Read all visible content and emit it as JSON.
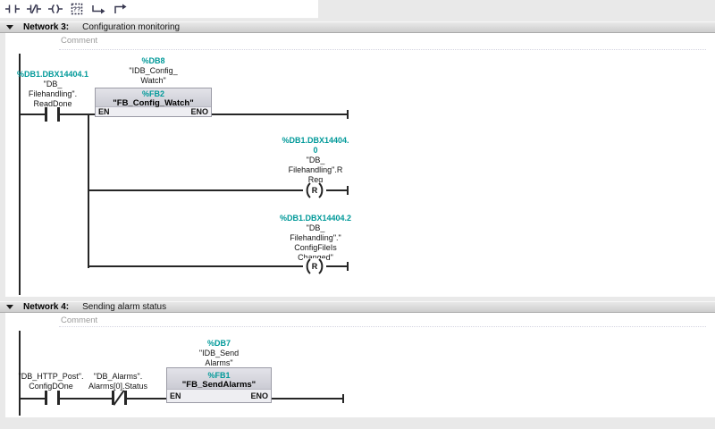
{
  "colors": {
    "accent_teal": "#009999",
    "wire": "#262626",
    "header_gray": "#d5d5d5",
    "block_fill": "#dfe0e8"
  },
  "toolbar": {
    "tools": [
      {
        "name": "open-contact"
      },
      {
        "name": "closed-contact"
      },
      {
        "name": "coil"
      },
      {
        "name": "empty-box",
        "glyph": "??"
      },
      {
        "name": "open-branch"
      },
      {
        "name": "close-branch"
      }
    ]
  },
  "networks": [
    {
      "title": "Network 3:",
      "subtitle": "Configuration monitoring",
      "comment": "Comment",
      "contact1": {
        "address": "%DB1.DBX14404.1",
        "symbol": "\"DB_\nFilehandling\".\nReadDone"
      },
      "instance": {
        "address": "%DB8",
        "symbol": "\"IDB_Config_\nWatch\""
      },
      "block": {
        "type": "%FB2",
        "name": "\"FB_Config_Watch\"",
        "en_label": "EN",
        "eno_label": "ENO"
      },
      "coil1": {
        "address": "%DB1.DBX14404.\n0",
        "symbol": "\"DB_\nFilehandling\".R\nReq",
        "op": "R"
      },
      "coil2": {
        "address": "%DB1.DBX14404.2",
        "symbol": "\"DB_\nFilehandling\".\"\nConfigFileIs\nChanged\"",
        "op": "R"
      }
    },
    {
      "title": "Network 4:",
      "subtitle": "Sending alarm status",
      "comment": "Comment",
      "contact1": {
        "symbol": "\"DB_HTTP_Post\".\nConfigDOne"
      },
      "contact2": {
        "symbol": "\"DB_Alarms\".\nAlarms[0].Status"
      },
      "instance": {
        "address": "%DB7",
        "symbol": "\"IDB_Send\nAlarms\""
      },
      "block": {
        "type": "%FB1",
        "name": "\"FB_SendAlarms\"",
        "en_label": "EN",
        "eno_label": "ENO"
      }
    }
  ]
}
